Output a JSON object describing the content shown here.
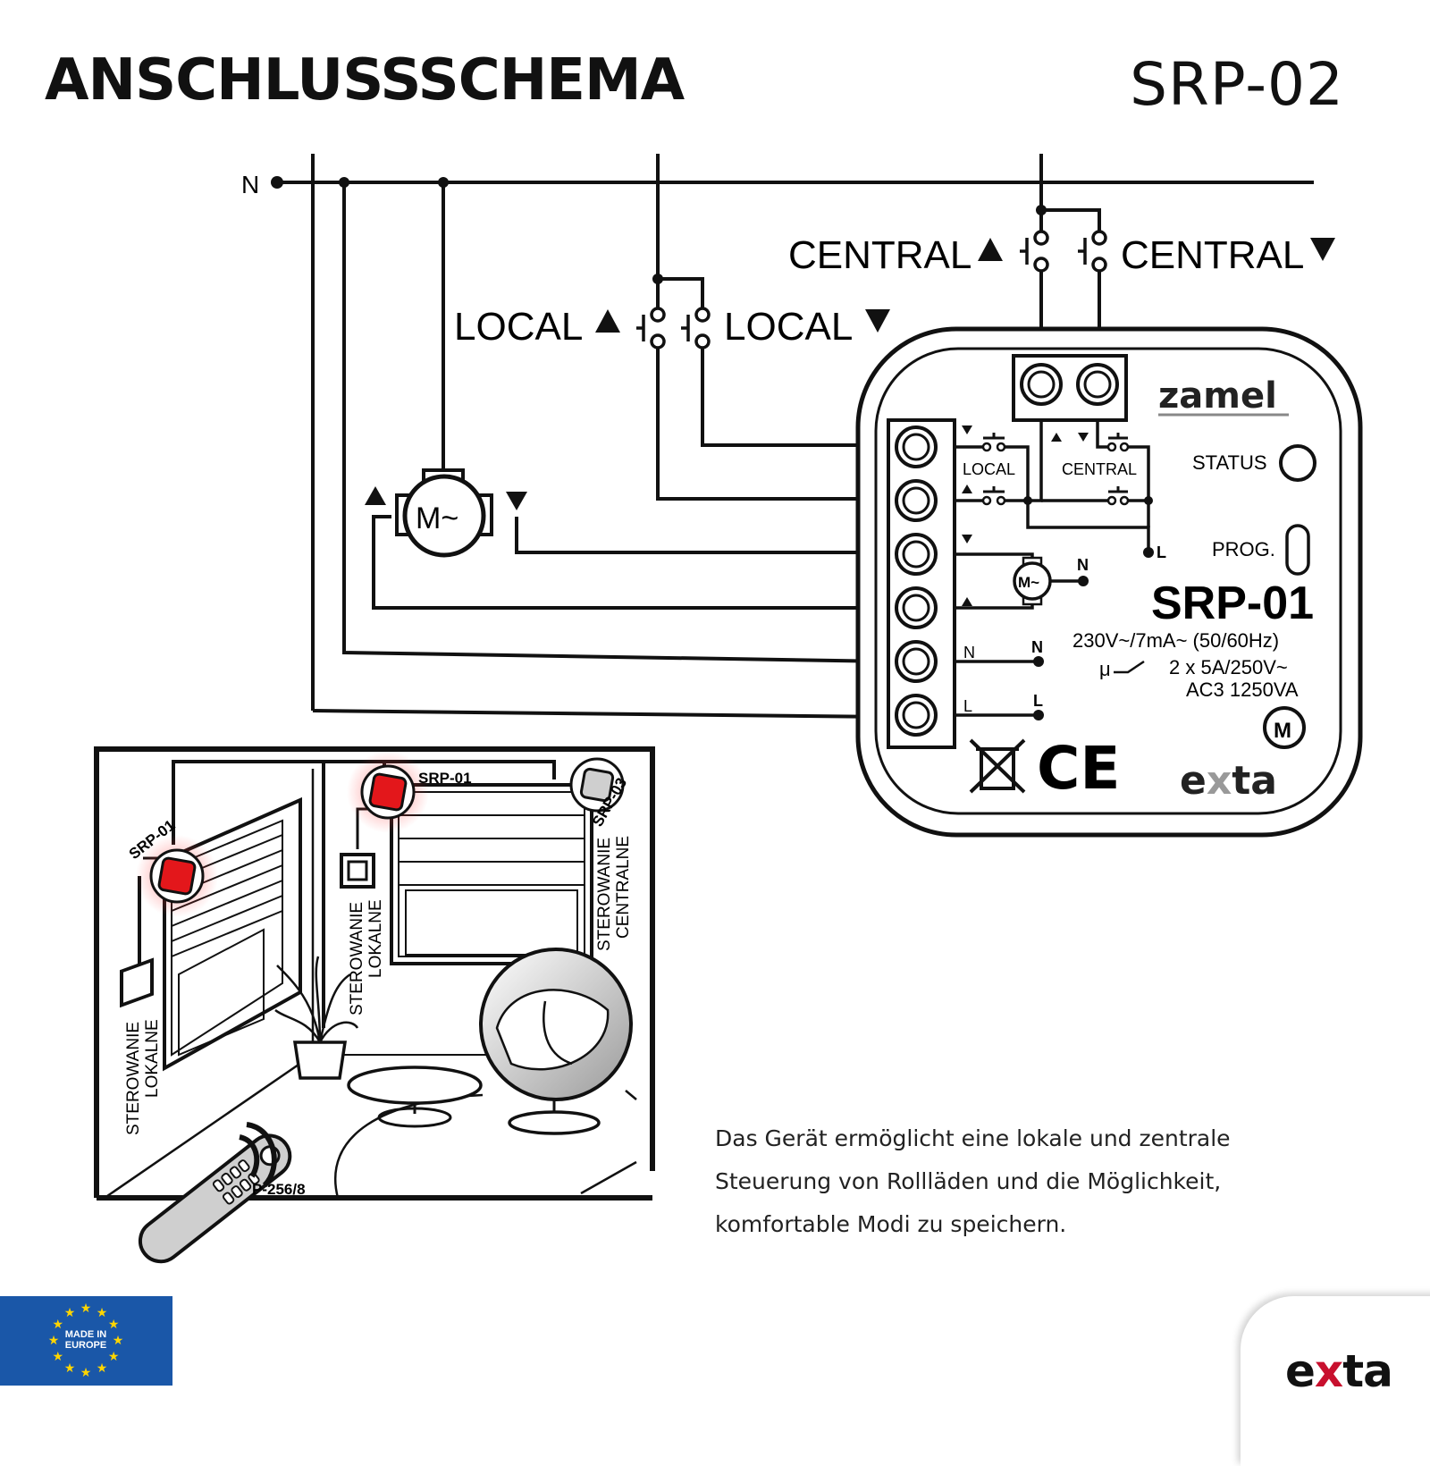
{
  "header": {
    "title": "ANSCHLUSSSCHEMA",
    "model": "SRP-02"
  },
  "wiring": {
    "neutral_label": "N",
    "central_up": "CENTRAL",
    "central_down": "CENTRAL",
    "local_up": "LOCAL",
    "local_down": "LOCAL",
    "motor_label": "M~"
  },
  "module": {
    "brand": "zamel",
    "status_label": "STATUS",
    "prog_label": "PROG.",
    "model": "SRP-01",
    "spec_power": "230V~/7mA~ (50/60Hz)",
    "spec_relay_symbol": "μ",
    "spec_relay": "2 x 5A/250V~",
    "spec_load": "AC3 1250VA",
    "local_label": "LOCAL",
    "central_label": "CENTRAL",
    "terminal_L": "L",
    "terminal_N": "N",
    "motor_badge": "M",
    "footer_brand_a": "e",
    "footer_brand_x": "x",
    "footer_brand_b": "ta",
    "ce_mark": "CE",
    "inner_motor": "M~"
  },
  "room": {
    "device_left": "SRP-01",
    "device_top": "SRP-01",
    "device_right": "SRP-03",
    "local_control_left_line1": "STEROWANIE",
    "local_control_left_line2": "LOKALNE",
    "local_control_mid_line1": "STEROWANIE",
    "local_control_mid_line2": "LOKALNE",
    "central_control_line1": "STEROWANIE",
    "central_control_line2": "CENTRALNE",
    "remote_label": "P-256/8"
  },
  "description": {
    "line1": "Das Gerät ermöglicht eine lokale und zentrale",
    "line2": "Steuerung von Rollläden und die Möglichkeit,",
    "line3": "komfortable Modi zu speichern."
  },
  "badges": {
    "eu_line1": "MADE IN",
    "eu_line2": "EUROPE",
    "brand_a": "e",
    "brand_x": "x",
    "brand_b": "ta"
  },
  "colors": {
    "accent_red": "#c8102e",
    "eu_blue": "#1a57a8",
    "eu_star": "#ffd500",
    "ink": "#111111"
  }
}
